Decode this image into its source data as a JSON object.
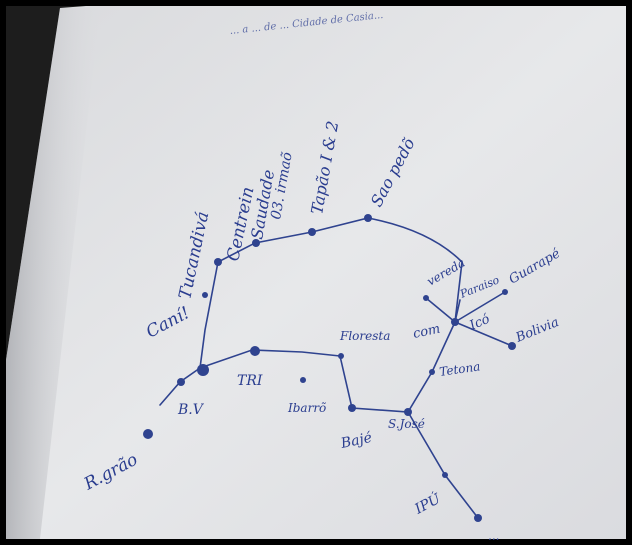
{
  "colors": {
    "ink": "#2a3d8f",
    "paper": "#e9eaec",
    "paper_shade": "#c9cbd0",
    "background_dark": "#1b1b1b",
    "frame": "#000000"
  },
  "labels": {
    "rio_grande": "R.grão",
    "bv": "B.V",
    "tri": "TRI",
    "cani": "Caní!",
    "tucandiva": "Tucandivá",
    "centrein": "Centrein",
    "saudade": "Saudade",
    "tres_irmaos": "03. irmaõ",
    "tapao": "Tapão I & 2",
    "sao_pedro": "Sao pedõ",
    "ibarrao": "Ibarrõ",
    "floresta": "Floresta",
    "baje": "Bajé",
    "s_jose": "S.José",
    "ipu": "IPÚ",
    "ipu_tail": "...",
    "tetona": "Tetona",
    "com": "com",
    "vereda": "vereda",
    "paraiso": "Paraiso",
    "guarape": "Guarapé",
    "ico": "Icó",
    "bolivia": "Bolivia",
    "faded_header": "... a ... de ... Cidade de Casia..."
  }
}
